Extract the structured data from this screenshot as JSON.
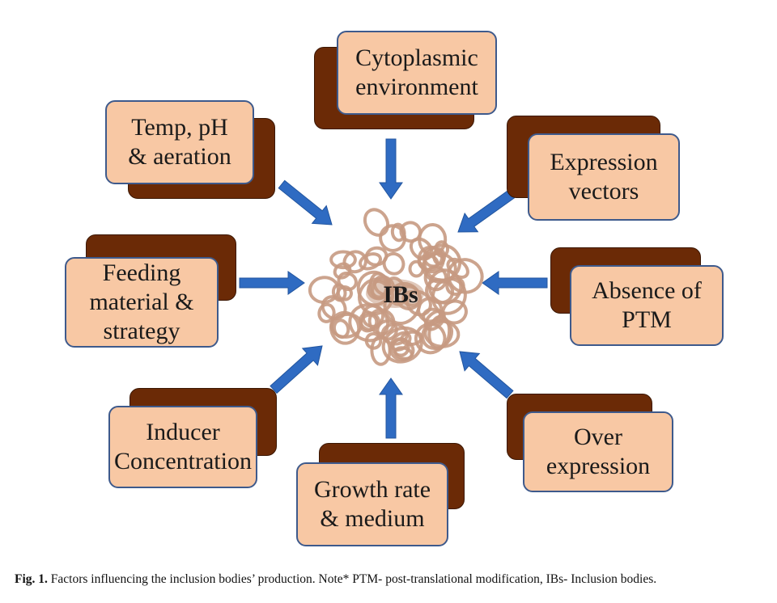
{
  "center": {
    "label": "IBs"
  },
  "factors": [
    {
      "id": "cytoplasmic",
      "lines": [
        "Cytoplasmic",
        "environment"
      ]
    },
    {
      "id": "expression-vectors",
      "lines": [
        "Expression",
        "vectors"
      ]
    },
    {
      "id": "absence-ptm",
      "lines": [
        "Absence of",
        "PTM"
      ]
    },
    {
      "id": "over-expression",
      "lines": [
        "Over",
        "expression"
      ]
    },
    {
      "id": "growth-rate",
      "lines": [
        "Growth rate",
        "& medium"
      ]
    },
    {
      "id": "inducer",
      "lines": [
        "Inducer",
        "Concentration"
      ]
    },
    {
      "id": "feeding",
      "lines": [
        "Feeding",
        "material &",
        "strategy"
      ]
    },
    {
      "id": "temp-ph",
      "lines": [
        "Temp, pH",
        "& aeration"
      ]
    }
  ],
  "caption": {
    "label": "Fig. 1.",
    "text": "Factors influencing the inclusion bodies’ production. Note* PTM- post-translational modification, IBs- Inclusion bodies."
  },
  "colors": {
    "box_fill": "#f8c8a4",
    "box_border": "#3e5a8c",
    "box_shadow": "#6b2a06",
    "arrow": "#2f6bc2",
    "tangle": "#c79a82"
  }
}
